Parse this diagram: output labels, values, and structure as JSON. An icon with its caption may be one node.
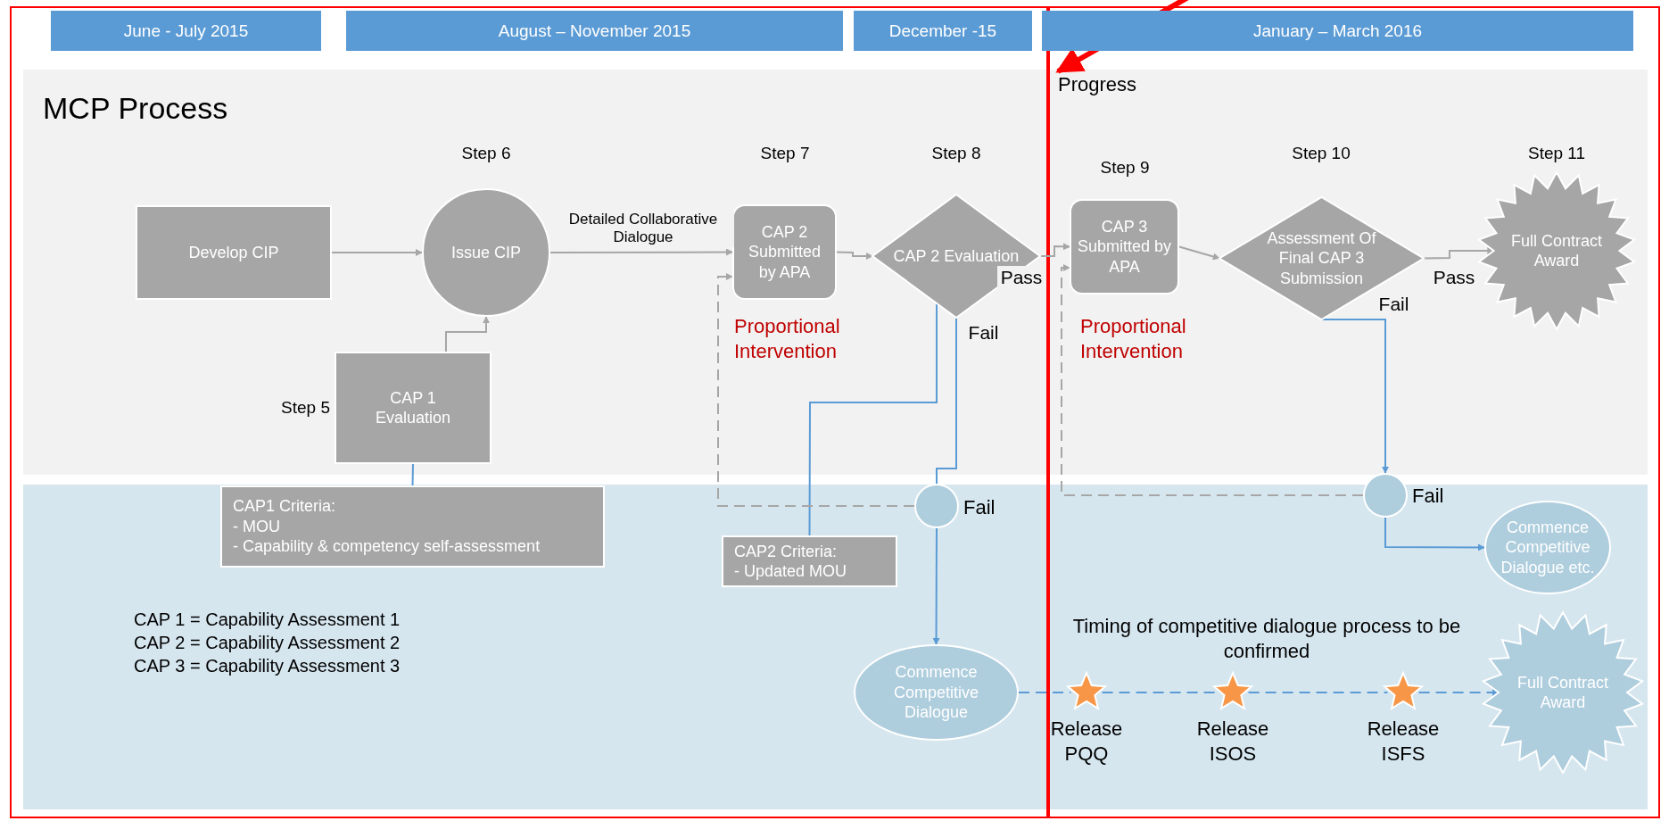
{
  "diagram": {
    "nodes": [
      {
        "text": [
          "June - July 2015"
        ]
      },
      {
        "text": [
          "August – November 2015"
        ]
      },
      {
        "text": [
          "December -15"
        ]
      },
      {
        "text": [
          "January – March 2016"
        ]
      },
      {
        "text": [
          "MCP Process"
        ]
      },
      {
        "text": [
          "Progress"
        ],
        "in": 4
      },
      {
        "text": [
          "Develop CIP"
        ],
        "in": 4
      },
      {
        "text": [
          "Issue CIP"
        ],
        "in": 4,
        "beside": [
          "Step 6"
        ]
      },
      {
        "text": [
          "CAP 2 Submitted by APA"
        ],
        "in": 4,
        "beside": [
          "Step 7"
        ]
      },
      {
        "text": [
          "CAP 2 Evaluation"
        ],
        "in": 4,
        "beside": [
          "Step 8"
        ]
      },
      {
        "text": [
          "CAP 3 Submitted by APA"
        ],
        "in": 4,
        "beside": [
          "Step 9"
        ]
      },
      {
        "text": [
          "Assessment Of Final CAP 3 Submission"
        ],
        "in": 4,
        "beside": [
          "Step 10"
        ]
      },
      {
        "text": [
          "Full Contract Award"
        ],
        "in": 4,
        "beside": [
          "Step 11"
        ]
      },
      {
        "text": [
          "CAP 1 Evaluation"
        ],
        "in": 4,
        "beside": [
          "Step 5"
        ]
      },
      {
        "text": [
          "CAP1 Criteria:",
          "- MOU",
          "- Capability & competency self-assessment"
        ]
      },
      {
        "text": [
          "CAP2 Criteria:",
          "- Updated MOU"
        ]
      },
      {
        "text": [],
        "shape": "circle",
        "beside": [
          "Fail"
        ]
      },
      {
        "text": [],
        "shape": "circle",
        "beside": [
          "Fail"
        ]
      },
      {
        "text": [
          "Commence Competitive Dialogue etc."
        ]
      },
      {
        "text": [
          "Commence Competitive Dialogue"
        ]
      },
      {
        "text": [],
        "shape": "star",
        "beside": [
          "Release PQQ"
        ]
      },
      {
        "text": [],
        "shape": "star",
        "beside": [
          "Release ISOS"
        ]
      },
      {
        "text": [],
        "shape": "star",
        "beside": [
          "Release ISFS"
        ]
      },
      {
        "text": [
          "Full Contract Award"
        ]
      }
    ],
    "edges": [
      {
        "from": null,
        "to": 5,
        "arrow": "to",
        "style": "thick",
        "color": "#ff0000"
      },
      {
        "from": 6,
        "to": 7,
        "arrow": "to",
        "color": "#a6a6a6"
      },
      {
        "from": 7,
        "to": 8,
        "arrow": "to",
        "label": "Detailed Collaborative Dialogue",
        "color": "#a6a6a6"
      },
      {
        "from": 13,
        "to": 7,
        "arrow": "to",
        "color": "#a6a6a6"
      },
      {
        "from": 8,
        "to": 9,
        "arrow": "to",
        "color": "#a6a6a6"
      },
      {
        "from": 9,
        "to": 10,
        "arrow": "to",
        "label": "Pass",
        "color": "#a6a6a6"
      },
      {
        "from": 10,
        "to": 11,
        "arrow": "to",
        "color": "#a6a6a6"
      },
      {
        "from": 11,
        "to": 12,
        "arrow": "to",
        "label": "Pass",
        "color": "#a6a6a6"
      },
      {
        "from": 13,
        "to": 14,
        "arrow": "none",
        "color": "#5b9bd5"
      },
      {
        "from": 9,
        "to": 15,
        "arrow": "none",
        "color": "#5b9bd5"
      },
      {
        "from": 9,
        "to": 16,
        "arrow": "none",
        "label": "Fail",
        "color": "#5b9bd5"
      },
      {
        "from": 16,
        "to": 8,
        "arrow": "to",
        "style": "dashed",
        "color": "#a6a6a6"
      },
      {
        "from": 16,
        "to": 19,
        "arrow": "to",
        "color": "#5b9bd5"
      },
      {
        "from": 11,
        "to": 17,
        "arrow": "to",
        "label": "Fail",
        "color": "#5b9bd5"
      },
      {
        "from": 17,
        "to": 10,
        "arrow": "to",
        "style": "dashed",
        "color": "#a6a6a6"
      },
      {
        "from": 17,
        "to": 18,
        "arrow": "to",
        "color": "#5b9bd5"
      },
      {
        "from": 19,
        "to": 20,
        "arrow": "none",
        "style": "dashed",
        "color": "#5b9bd5"
      },
      {
        "from": 20,
        "to": 21,
        "arrow": "none",
        "style": "dashed",
        "color": "#5b9bd5"
      },
      {
        "from": 21,
        "to": 22,
        "arrow": "none",
        "style": "dashed",
        "color": "#5b9bd5"
      },
      {
        "from": 22,
        "to": 23,
        "arrow": "to",
        "style": "dashed",
        "color": "#5b9bd5"
      }
    ],
    "labels": [
      "Proportional Intervention",
      "Proportional Intervention",
      "CAP 1 = Capability Assessment 1",
      "CAP 2 = Capability Assessment 2",
      "CAP 3 = Capability Assessment 3",
      "Timing of competitive dialogue process to be confirmed"
    ]
  }
}
